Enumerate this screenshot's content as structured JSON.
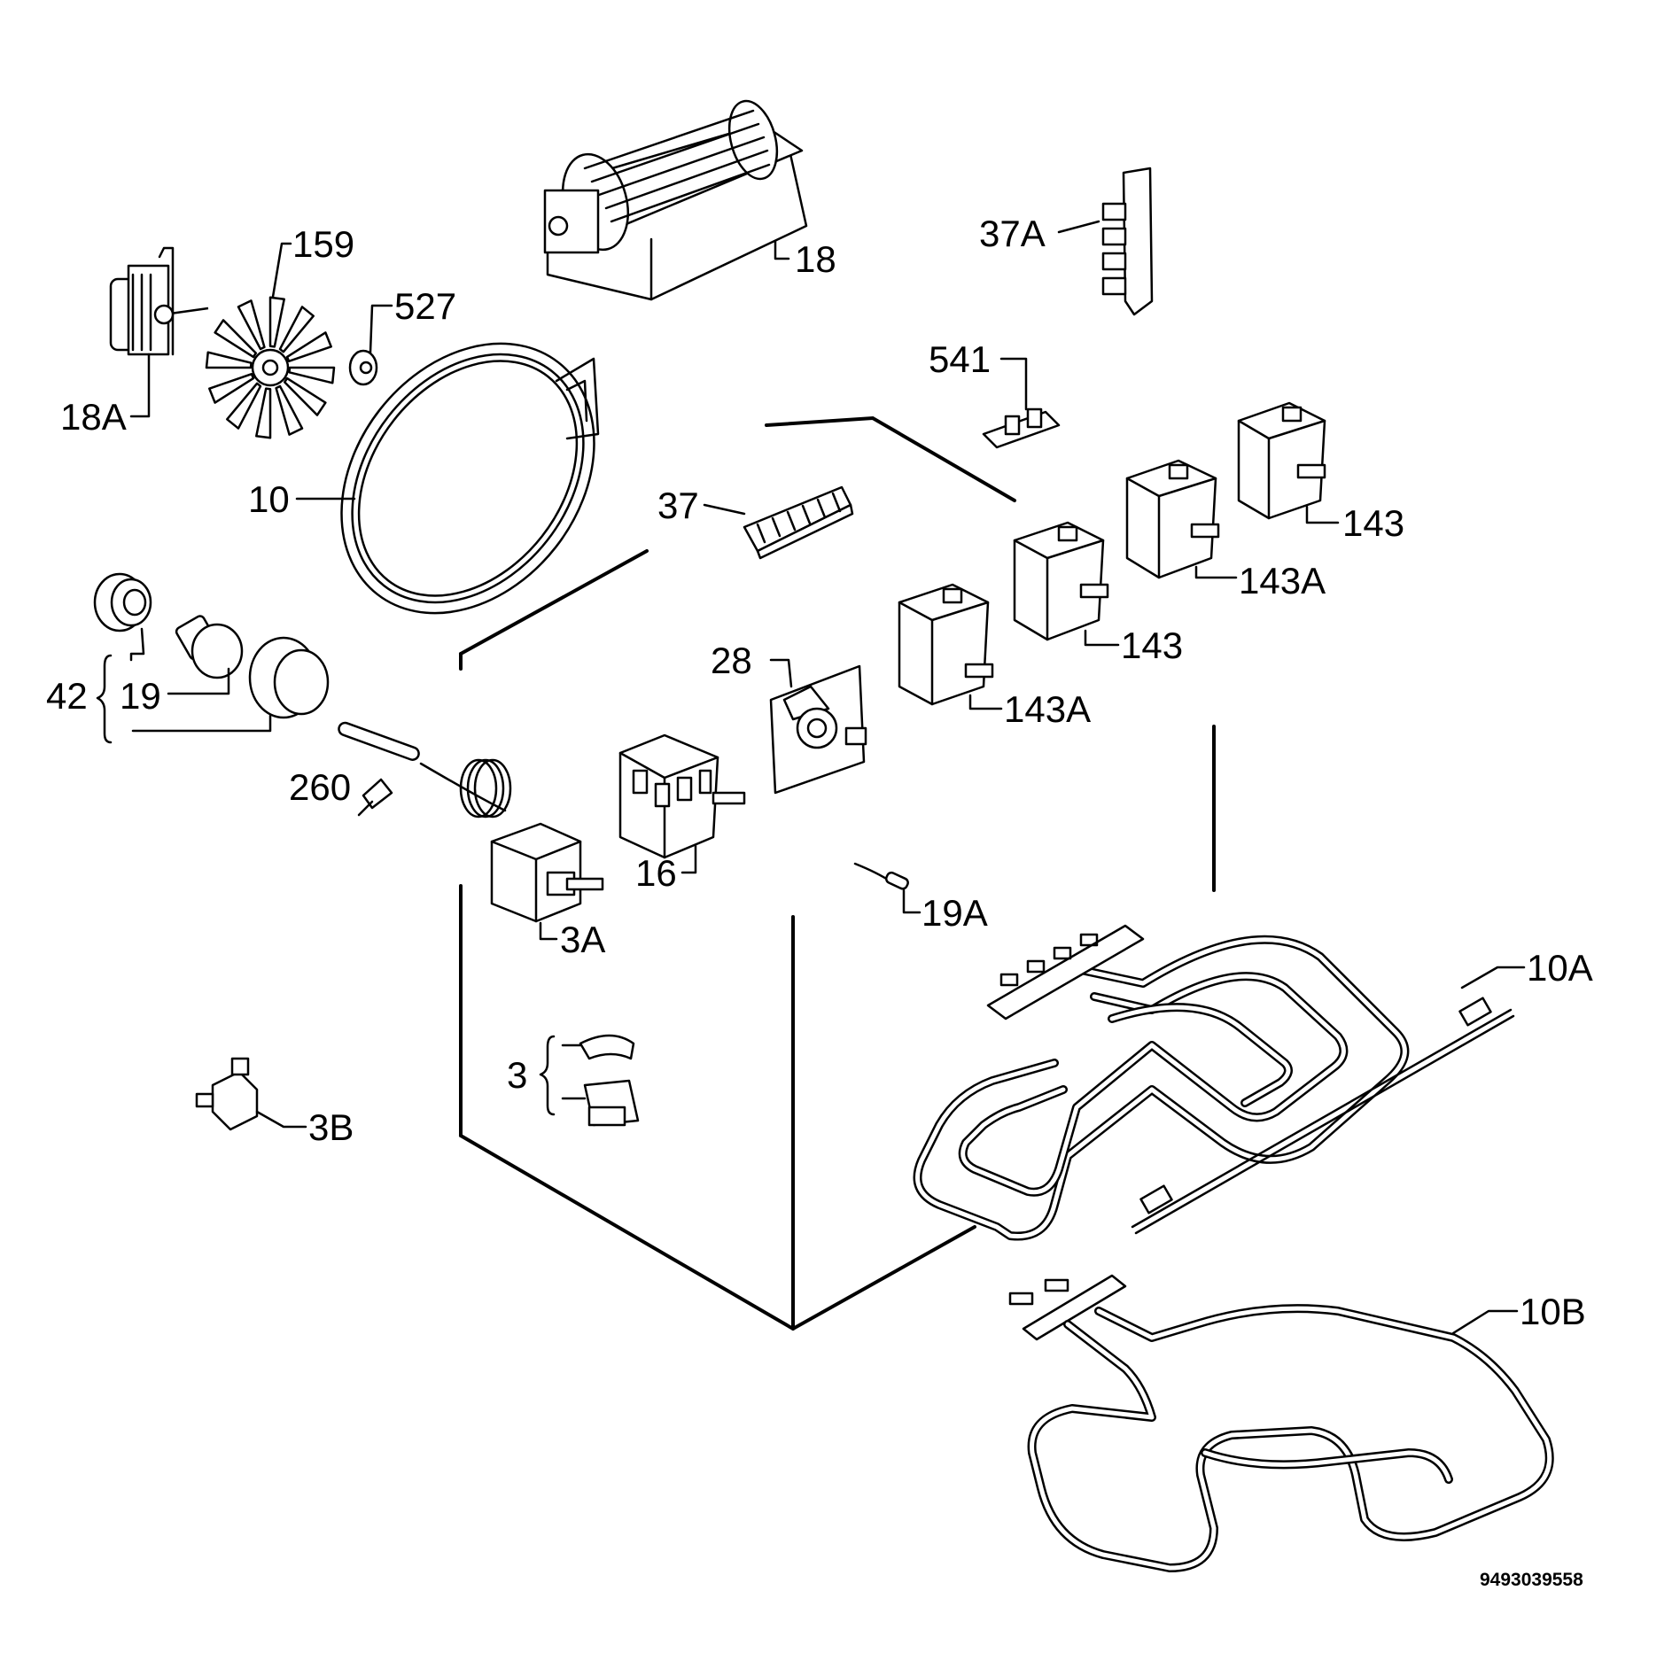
{
  "diagram": {
    "reference": "9493039558",
    "labels": {
      "l18": "18",
      "l18A": "18A",
      "l159": "159",
      "l527": "527",
      "l37A": "37A",
      "l541": "541",
      "l10": "10",
      "l37": "37",
      "l143a": "143",
      "l143A_a": "143A",
      "l143b": "143",
      "l143A_b": "143A",
      "l28": "28",
      "l42": "42",
      "l19": "19",
      "l260": "260",
      "l16": "16",
      "l3A": "3A",
      "l19A": "19A",
      "l10A": "10A",
      "l3": "3",
      "l3B": "3B",
      "l10B": "10B"
    }
  }
}
